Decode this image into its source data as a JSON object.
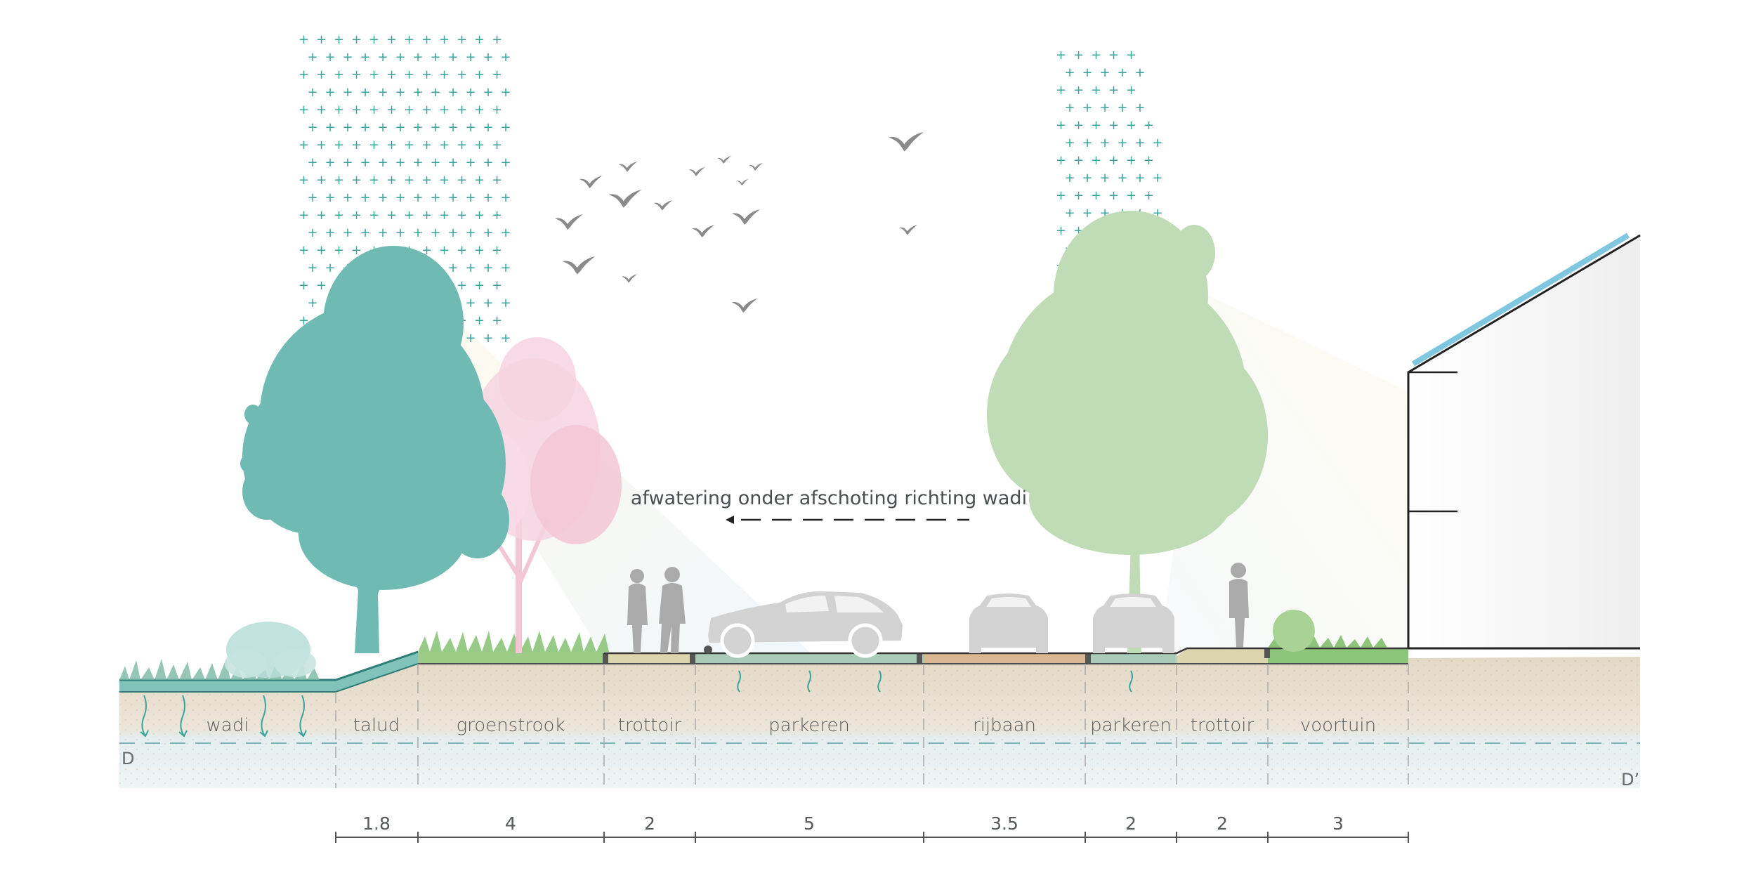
{
  "section": {
    "marker_start": "D",
    "marker_end": "D’"
  },
  "annotation": {
    "drainage_text": "afwatering onder afschoting richting wadi"
  },
  "zones": [
    {
      "key": "wadi",
      "label": "wadi",
      "width": ""
    },
    {
      "key": "talud",
      "label": "talud",
      "width": "1.8"
    },
    {
      "key": "groenstrook",
      "label": "groenstrook",
      "width": "4"
    },
    {
      "key": "trottoir-left",
      "label": "trottoir",
      "width": "2"
    },
    {
      "key": "parkeren-left",
      "label": "parkeren",
      "width": "5"
    },
    {
      "key": "rijbaan",
      "label": "rijbaan",
      "width": "3.5"
    },
    {
      "key": "parkeren-right",
      "label": "parkeren",
      "width": "2"
    },
    {
      "key": "trottoir-right",
      "label": "trottoir",
      "width": "2"
    },
    {
      "key": "voortuin",
      "label": "voortuin",
      "width": "3"
    }
  ],
  "colors": {
    "teal_tree": "#6fbab3",
    "green_tree": "#bfdcb6",
    "blossom": "#f3c6d6",
    "grass": "#8cc47a",
    "soil": "#e6dccd",
    "water": "#dcecee",
    "car": "#d2d2d2",
    "person": "#aaaaaa",
    "bird": "#8a8a8a",
    "plus": "#3aa39c",
    "roof": "#7fc7de"
  },
  "icons": [
    "tree-icon",
    "car-icon",
    "person-icon",
    "bird-icon",
    "drainage-arrow-icon",
    "house-icon"
  ]
}
